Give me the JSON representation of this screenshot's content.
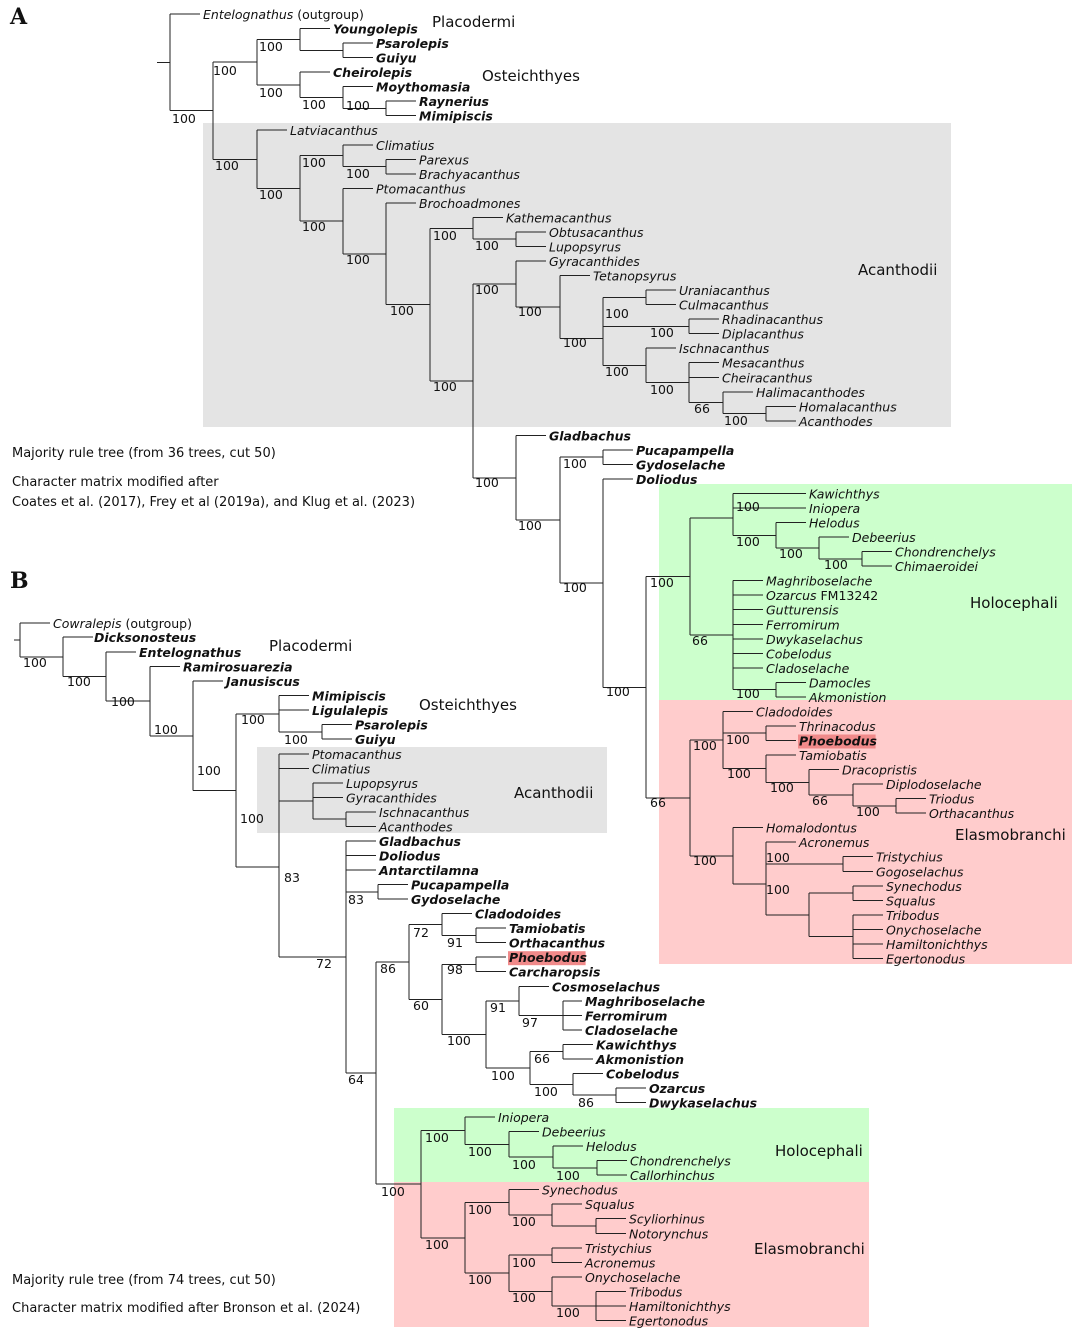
{
  "colors": {
    "acanthodii_bg": "#e4e4e4",
    "holocephali_bg": "#ccffcc",
    "elasmobranchi_bg": "#ffcccc",
    "highlight": "#f08a8a",
    "line": "#222222"
  },
  "panels": [
    {
      "letter": "A",
      "notes": [
        "Majority rule tree (from 36 trees, cut 50)",
        "Character matrix modified after",
        "Coates et al. (2017), Frey et al (2019a), and Klug et al. (2023)"
      ],
      "clades": [
        "Placodermi",
        "Osteichthyes",
        "Acanthodii",
        "Holocephali",
        "Elasmobranchi"
      ],
      "taxa": [
        {
          "name": "Entelognathus",
          "suffix": "(outgroup)"
        },
        {
          "name": "Youngolepis",
          "bold": true
        },
        {
          "name": "Psarolepis",
          "bold": true
        },
        {
          "name": "Guiyu",
          "bold": true
        },
        {
          "name": "Cheirolepis",
          "bold": true
        },
        {
          "name": "Moythomasia",
          "bold": true
        },
        {
          "name": "Raynerius",
          "bold": true
        },
        {
          "name": "Mimipiscis",
          "bold": true
        },
        {
          "name": "Latviacanthus"
        },
        {
          "name": "Climatius"
        },
        {
          "name": "Parexus"
        },
        {
          "name": "Brachyacanthus"
        },
        {
          "name": "Ptomacanthus"
        },
        {
          "name": "Brochoadmones"
        },
        {
          "name": "Kathemacanthus"
        },
        {
          "name": "Obtusacanthus"
        },
        {
          "name": "Lupopsyrus"
        },
        {
          "name": "Gyracanthides"
        },
        {
          "name": "Tetanopsyrus"
        },
        {
          "name": "Uraniacanthus"
        },
        {
          "name": "Culmacanthus"
        },
        {
          "name": "Rhadinacanthus"
        },
        {
          "name": "Diplacanthus"
        },
        {
          "name": "Ischnacanthus"
        },
        {
          "name": "Mesacanthus"
        },
        {
          "name": "Cheiracanthus"
        },
        {
          "name": "Halimacanthodes"
        },
        {
          "name": "Homalacanthus"
        },
        {
          "name": "Acanthodes"
        },
        {
          "name": "Gladbachus",
          "bold": true
        },
        {
          "name": "Pucapampella",
          "bold": true
        },
        {
          "name": "Gydoselache",
          "bold": true
        },
        {
          "name": "Doliodus",
          "bold": true
        },
        {
          "name": "Kawichthys"
        },
        {
          "name": "Iniopera"
        },
        {
          "name": "Helodus"
        },
        {
          "name": "Debeerius"
        },
        {
          "name": "Chondrenchelys"
        },
        {
          "name": "Chimaeroidei"
        },
        {
          "name": "Maghriboselache"
        },
        {
          "name": "Ozarcus",
          "suffix": "FM13242"
        },
        {
          "name": "Gutturensis"
        },
        {
          "name": "Ferromirum"
        },
        {
          "name": "Dwykaselachus"
        },
        {
          "name": "Cobelodus"
        },
        {
          "name": "Cladoselache"
        },
        {
          "name": "Damocles"
        },
        {
          "name": "Akmonistion"
        },
        {
          "name": "Cladodoides"
        },
        {
          "name": "Thrinacodus"
        },
        {
          "name": "Phoebodus",
          "bold": true,
          "highlight": true
        },
        {
          "name": "Tamiobatis"
        },
        {
          "name": "Dracopristis"
        },
        {
          "name": "Diplodoselache"
        },
        {
          "name": "Triodus"
        },
        {
          "name": "Orthacanthus"
        },
        {
          "name": "Homalodontus"
        },
        {
          "name": "Acronemus"
        },
        {
          "name": "Tristychius"
        },
        {
          "name": "Gogoselachus"
        },
        {
          "name": "Synechodus"
        },
        {
          "name": "Squalus"
        },
        {
          "name": "Tribodus"
        },
        {
          "name": "Onychoselache"
        },
        {
          "name": "Hamiltonichthys"
        },
        {
          "name": "Egertonodus"
        }
      ],
      "support": [
        "100",
        "100",
        "100",
        "100",
        "100",
        "100",
        "100",
        "100",
        "100",
        "100",
        "100",
        "100",
        "100",
        "100",
        "100",
        "100",
        "100",
        "100",
        "100",
        "100",
        "66",
        "100",
        "100",
        "100",
        "100",
        "100",
        "100",
        "100",
        "100",
        "100",
        "100",
        "100",
        "100",
        "100",
        "66",
        "100",
        "100",
        "100",
        "100",
        "100",
        "100",
        "66",
        "100",
        "66",
        "100",
        "100",
        "100"
      ]
    },
    {
      "letter": "B",
      "notes": [
        "Majority rule tree (from 74 trees, cut 50)",
        "Character matrix modified after Bronson et al. (2024)"
      ],
      "clades": [
        "Placodermi",
        "Osteichthyes",
        "Acanthodii",
        "Holocephali",
        "Elasmobranchi"
      ],
      "taxa": [
        {
          "name": "Cowralepis",
          "suffix": "(outgroup)"
        },
        {
          "name": "Dicksonosteus",
          "bold": true
        },
        {
          "name": "Entelognathus",
          "bold": true
        },
        {
          "name": "Ramirosuarezia",
          "bold": true
        },
        {
          "name": "Janusiscus",
          "bold": true
        },
        {
          "name": "Mimipiscis",
          "bold": true
        },
        {
          "name": "Ligulalepis",
          "bold": true
        },
        {
          "name": "Psarolepis",
          "bold": true
        },
        {
          "name": "Guiyu",
          "bold": true
        },
        {
          "name": "Ptomacanthus"
        },
        {
          "name": "Climatius"
        },
        {
          "name": "Lupopsyrus"
        },
        {
          "name": "Gyracanthides"
        },
        {
          "name": "Ischnacanthus"
        },
        {
          "name": "Acanthodes"
        },
        {
          "name": "Gladbachus",
          "bold": true
        },
        {
          "name": "Doliodus",
          "bold": true
        },
        {
          "name": "Antarctilamna",
          "bold": true
        },
        {
          "name": "Pucapampella",
          "bold": true
        },
        {
          "name": "Gydoselache",
          "bold": true
        },
        {
          "name": "Cladodoides",
          "bold": true
        },
        {
          "name": "Tamiobatis",
          "bold": true
        },
        {
          "name": "Orthacanthus",
          "bold": true
        },
        {
          "name": "Phoebodus",
          "bold": true,
          "highlight": true
        },
        {
          "name": "Carcharopsis",
          "bold": true
        },
        {
          "name": "Cosmoselachus",
          "bold": true
        },
        {
          "name": "Maghriboselache",
          "bold": true
        },
        {
          "name": "Ferromirum",
          "bold": true
        },
        {
          "name": "Cladoselache",
          "bold": true
        },
        {
          "name": "Kawichthys",
          "bold": true
        },
        {
          "name": "Akmonistion",
          "bold": true
        },
        {
          "name": "Cobelodus",
          "bold": true
        },
        {
          "name": "Ozarcus",
          "bold": true
        },
        {
          "name": "Dwykaselachus",
          "bold": true
        },
        {
          "name": "Iniopera"
        },
        {
          "name": "Debeerius"
        },
        {
          "name": "Helodus"
        },
        {
          "name": "Chondrenchelys"
        },
        {
          "name": "Callorhinchus"
        },
        {
          "name": "Synechodus"
        },
        {
          "name": "Squalus"
        },
        {
          "name": "Scyliorhinus"
        },
        {
          "name": "Notorynchus"
        },
        {
          "name": "Tristychius"
        },
        {
          "name": "Acronemus"
        },
        {
          "name": "Onychoselache"
        },
        {
          "name": "Tribodus"
        },
        {
          "name": "Hamiltonichthys"
        },
        {
          "name": "Egertonodus"
        }
      ],
      "support": [
        "100",
        "100",
        "100",
        "100",
        "100",
        "100",
        "100",
        "100",
        "86",
        "83",
        "72",
        "83",
        "72",
        "91",
        "98",
        "60",
        "91",
        "97",
        "100",
        "66",
        "100",
        "100",
        "86",
        "64",
        "100",
        "100",
        "100",
        "100",
        "100",
        "100",
        "100",
        "100",
        "100",
        "100",
        "100",
        "100"
      ]
    }
  ]
}
